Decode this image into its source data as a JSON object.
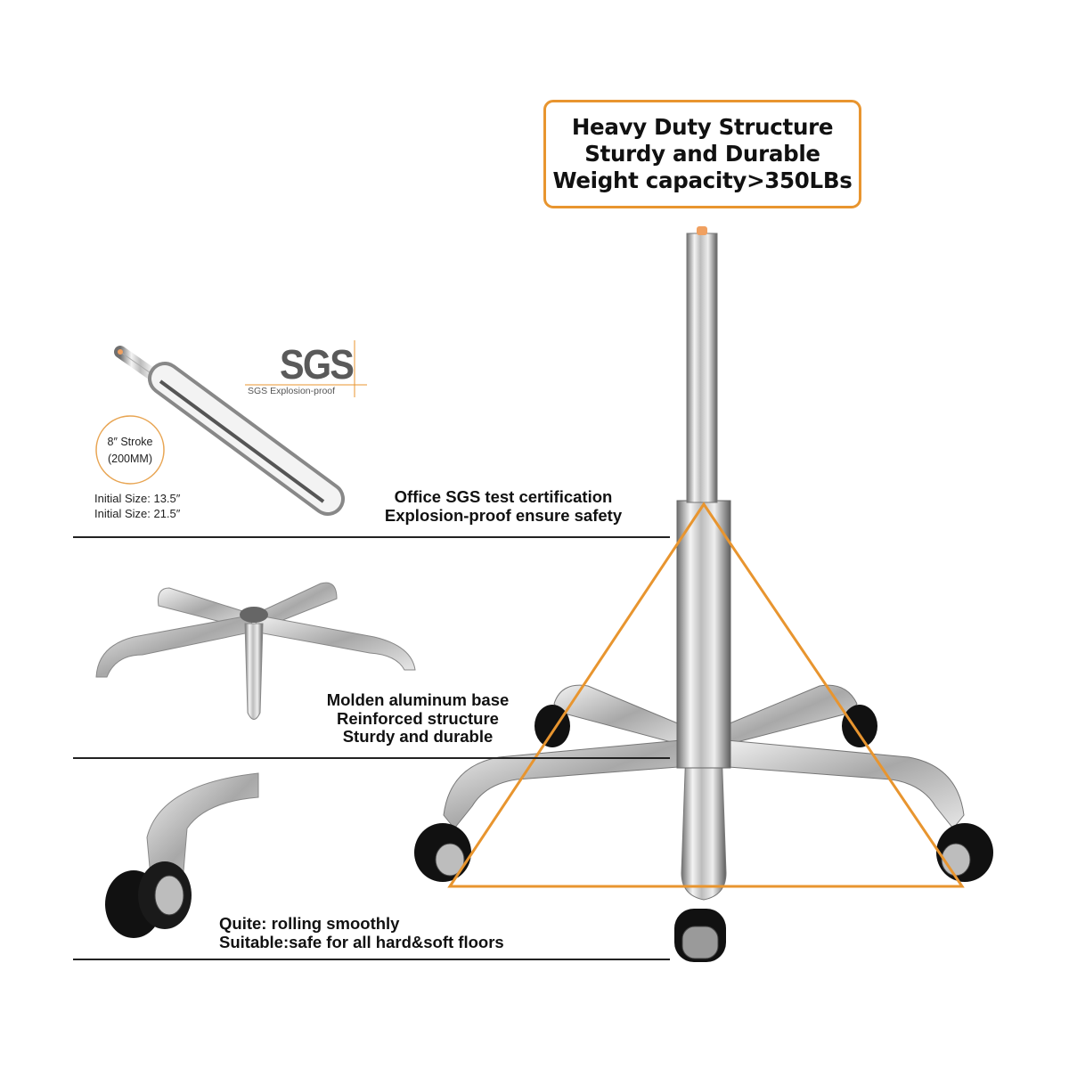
{
  "headline": {
    "lines": [
      "Heavy Duty Structure",
      "Sturdy and Durable",
      "Weight capacity>350LBs"
    ]
  },
  "gas_lift": {
    "logo": "SGS",
    "logo_caption": "SGS Explosion-proof",
    "stroke_badge": [
      "8″ Stroke",
      "(200MM)"
    ],
    "sizes": [
      "Initial Size: 13.5″",
      "Initial Size: 21.5″"
    ],
    "feature": [
      "Office SGS test certification",
      "Explosion-proof ensure safety"
    ]
  },
  "base": {
    "feature": [
      "Molden aluminum base",
      "Reinforced structure",
      "Sturdy and durable"
    ]
  },
  "casters": {
    "feature": [
      "Quite: rolling smoothly",
      "Suitable:safe for all hard&soft floors"
    ]
  },
  "colors": {
    "accent": "#e8952f",
    "text": "#111111",
    "chrome": "#c8c8c8"
  }
}
